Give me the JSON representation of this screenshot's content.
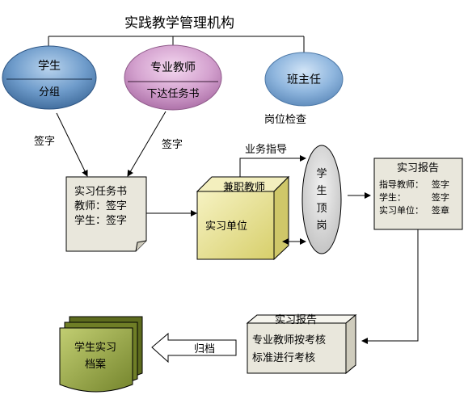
{
  "title": "实践教学管理机构",
  "nodes": {
    "student": {
      "top": "学生",
      "bottom": "分组"
    },
    "teacher": {
      "top": "专业教师",
      "bottom": "下达任务书"
    },
    "headteacher": {
      "label": "班主任",
      "note": "岗位检查"
    },
    "taskbook": {
      "line1": "实习任务书",
      "line2": "教师：签字",
      "line3": "学生：签字"
    },
    "unit": {
      "top": "兼职教师",
      "main": "实习单位"
    },
    "ontheJob": {
      "chars": [
        "学",
        "生",
        "顶",
        "岗"
      ]
    },
    "report": {
      "title": "实习报告",
      "rows": [
        {
          "k": "指导教师：",
          "v": "签字"
        },
        {
          "k": "学生：",
          "v": "签字"
        },
        {
          "k": "实习单位：",
          "v": "签章"
        }
      ]
    },
    "review": {
      "top": "实习报告",
      "line1": "专业教师按考核",
      "line2": "标准进行考核"
    },
    "archive": {
      "line1": "学生实习",
      "line2": "档案"
    }
  },
  "edges": {
    "sign_left": "签字",
    "sign_right": "签字",
    "guidance": "业务指导",
    "archive": "归档"
  },
  "colors": {
    "blue_oval": "#4f7fb0",
    "pink_oval": "#c98fc4",
    "light_blue_oval": "#6f9fd0",
    "cube": "#e8e39a",
    "doc_box": "#e9e7dc",
    "archive": "#8a9a3e"
  }
}
